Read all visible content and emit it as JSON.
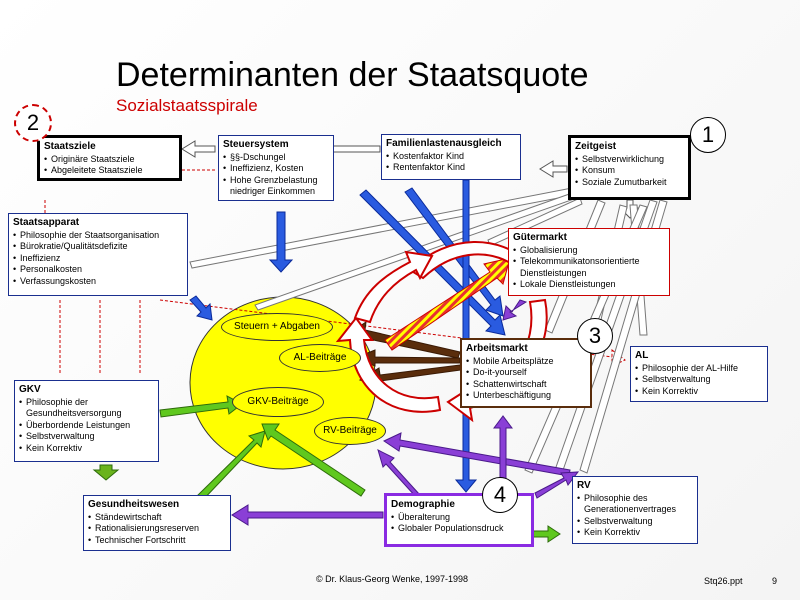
{
  "title": "Determinanten der Staatsquote",
  "subtitle": "Sozialstaatsspirale",
  "numbers": {
    "n1": "1",
    "n2": "2",
    "n3": "3",
    "n4": "4"
  },
  "boxes": {
    "staatsziele": {
      "title": "Staatsziele",
      "items": [
        "Originäre Staatsziele",
        "Abgeleitete Staatsziele"
      ]
    },
    "steuersystem": {
      "title": "Steuersystem",
      "items": [
        "§§-Dschungel",
        "Ineffizienz, Kosten",
        "Hohe Grenzbelastung niedriger Einkommen"
      ]
    },
    "familien": {
      "title": "Familienlastenausgleich",
      "items": [
        "Kostenfaktor Kind",
        "Rentenfaktor Kind"
      ]
    },
    "zeitgeist": {
      "title": "Zeitgeist",
      "items": [
        "Selbstverwirklichung",
        "Konsum",
        "Soziale Zumutbarkeit"
      ]
    },
    "staatsapparat": {
      "title": "Staatsapparat",
      "items": [
        "Philosophie der Staatsorganisation",
        "Bürokratie/Qualitätsdefizite",
        "Ineffizienz",
        "Personalkosten",
        "Verfassungskosten"
      ]
    },
    "guetermarkt": {
      "title": "Gütermarkt",
      "items": [
        "Globalisierung",
        "Telekommunikatonsorientierte Dienstleistungen",
        "Lokale Dienstleistungen"
      ]
    },
    "arbeitsmarkt": {
      "title": "Arbeitsmarkt",
      "items": [
        "Mobile Arbeitsplätze",
        "Do-it-yourself",
        "Schattenwirtschaft",
        "Unterbeschäftigung"
      ]
    },
    "al": {
      "title": "AL",
      "items": [
        "Philosophie der AL-Hilfe",
        "Selbstverwaltung",
        "Kein Korrektiv"
      ]
    },
    "gkv": {
      "title": "GKV",
      "items": [
        "Philosophie der Gesundheitsversorgung",
        "Überbordende Leistungen",
        "Selbstverwaltung",
        "Kein Korrektiv"
      ]
    },
    "rv": {
      "title": "RV",
      "items": [
        "Philosophie des Generationenvertrages",
        "Selbstverwaltung",
        "Kein Korrektiv"
      ]
    },
    "gesundheitswesen": {
      "title": "Gesundheitswesen",
      "items": [
        "Ständewirtschaft",
        "Rationalisierungsreserven",
        "Technischer Fortschritt"
      ]
    },
    "demographie": {
      "title": "Demographie",
      "items": [
        "Überalterung",
        "Globaler Populationsdruck"
      ]
    }
  },
  "ovals": {
    "steuern": "Steuern + Abgaben",
    "al": "AL-Beiträge",
    "gkv": "GKV-Beiträge",
    "rv": "RV-Beiträge"
  },
  "footer": {
    "copyright": "© Dr. Klaus-Georg Wenke, 1997-1998",
    "file": "Stq26.ppt",
    "page": "9"
  },
  "colors": {
    "blue": "#2a5be0",
    "green": "#5fc81e",
    "purple": "#8a3fd6",
    "brown": "#5a2d0c",
    "red": "#cc0000",
    "yellow": "#ffff00"
  }
}
